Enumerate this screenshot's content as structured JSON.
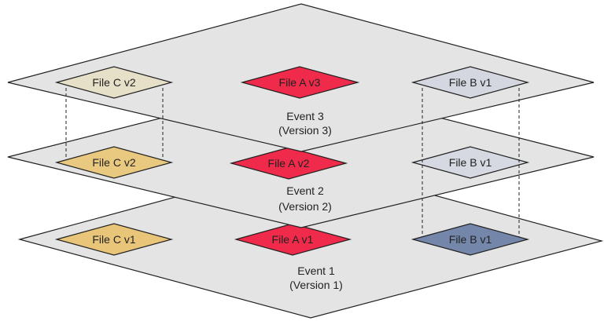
{
  "colors": {
    "plane_fill": "#e4e4e4",
    "outline": "#222222",
    "file_a": "#ef2a4a",
    "file_c_v2_event3": "#e7e0c8",
    "file_c_v2_event2": "#e9c97f",
    "file_c_v1": "#e8c579",
    "file_b_v1_event3": "#d4d7df",
    "file_b_v1_event2": "#d6d9e1",
    "file_b_v1_event1": "#7486aa"
  },
  "layers": [
    {
      "event": "Event 1",
      "version": "(Version 1)",
      "files": [
        {
          "label": "File C v1",
          "color": "#e8c579"
        },
        {
          "label": "File A v1",
          "color": "#ef2a4a"
        },
        {
          "label": "File B v1",
          "color": "#7486aa"
        }
      ]
    },
    {
      "event": "Event 2",
      "version": "(Version 2)",
      "files": [
        {
          "label": "File C v2",
          "color": "#e9c97f"
        },
        {
          "label": "File A v2",
          "color": "#ef2a4a"
        },
        {
          "label": "File B v1",
          "color": "#d6d9e1"
        }
      ]
    },
    {
      "event": "Event 3",
      "version": "(Version 3)",
      "files": [
        {
          "label": "File C v2",
          "color": "#e7e0c8"
        },
        {
          "label": "File A v3",
          "color": "#ef2a4a"
        },
        {
          "label": "File B v1",
          "color": "#d4d7df"
        }
      ]
    }
  ]
}
